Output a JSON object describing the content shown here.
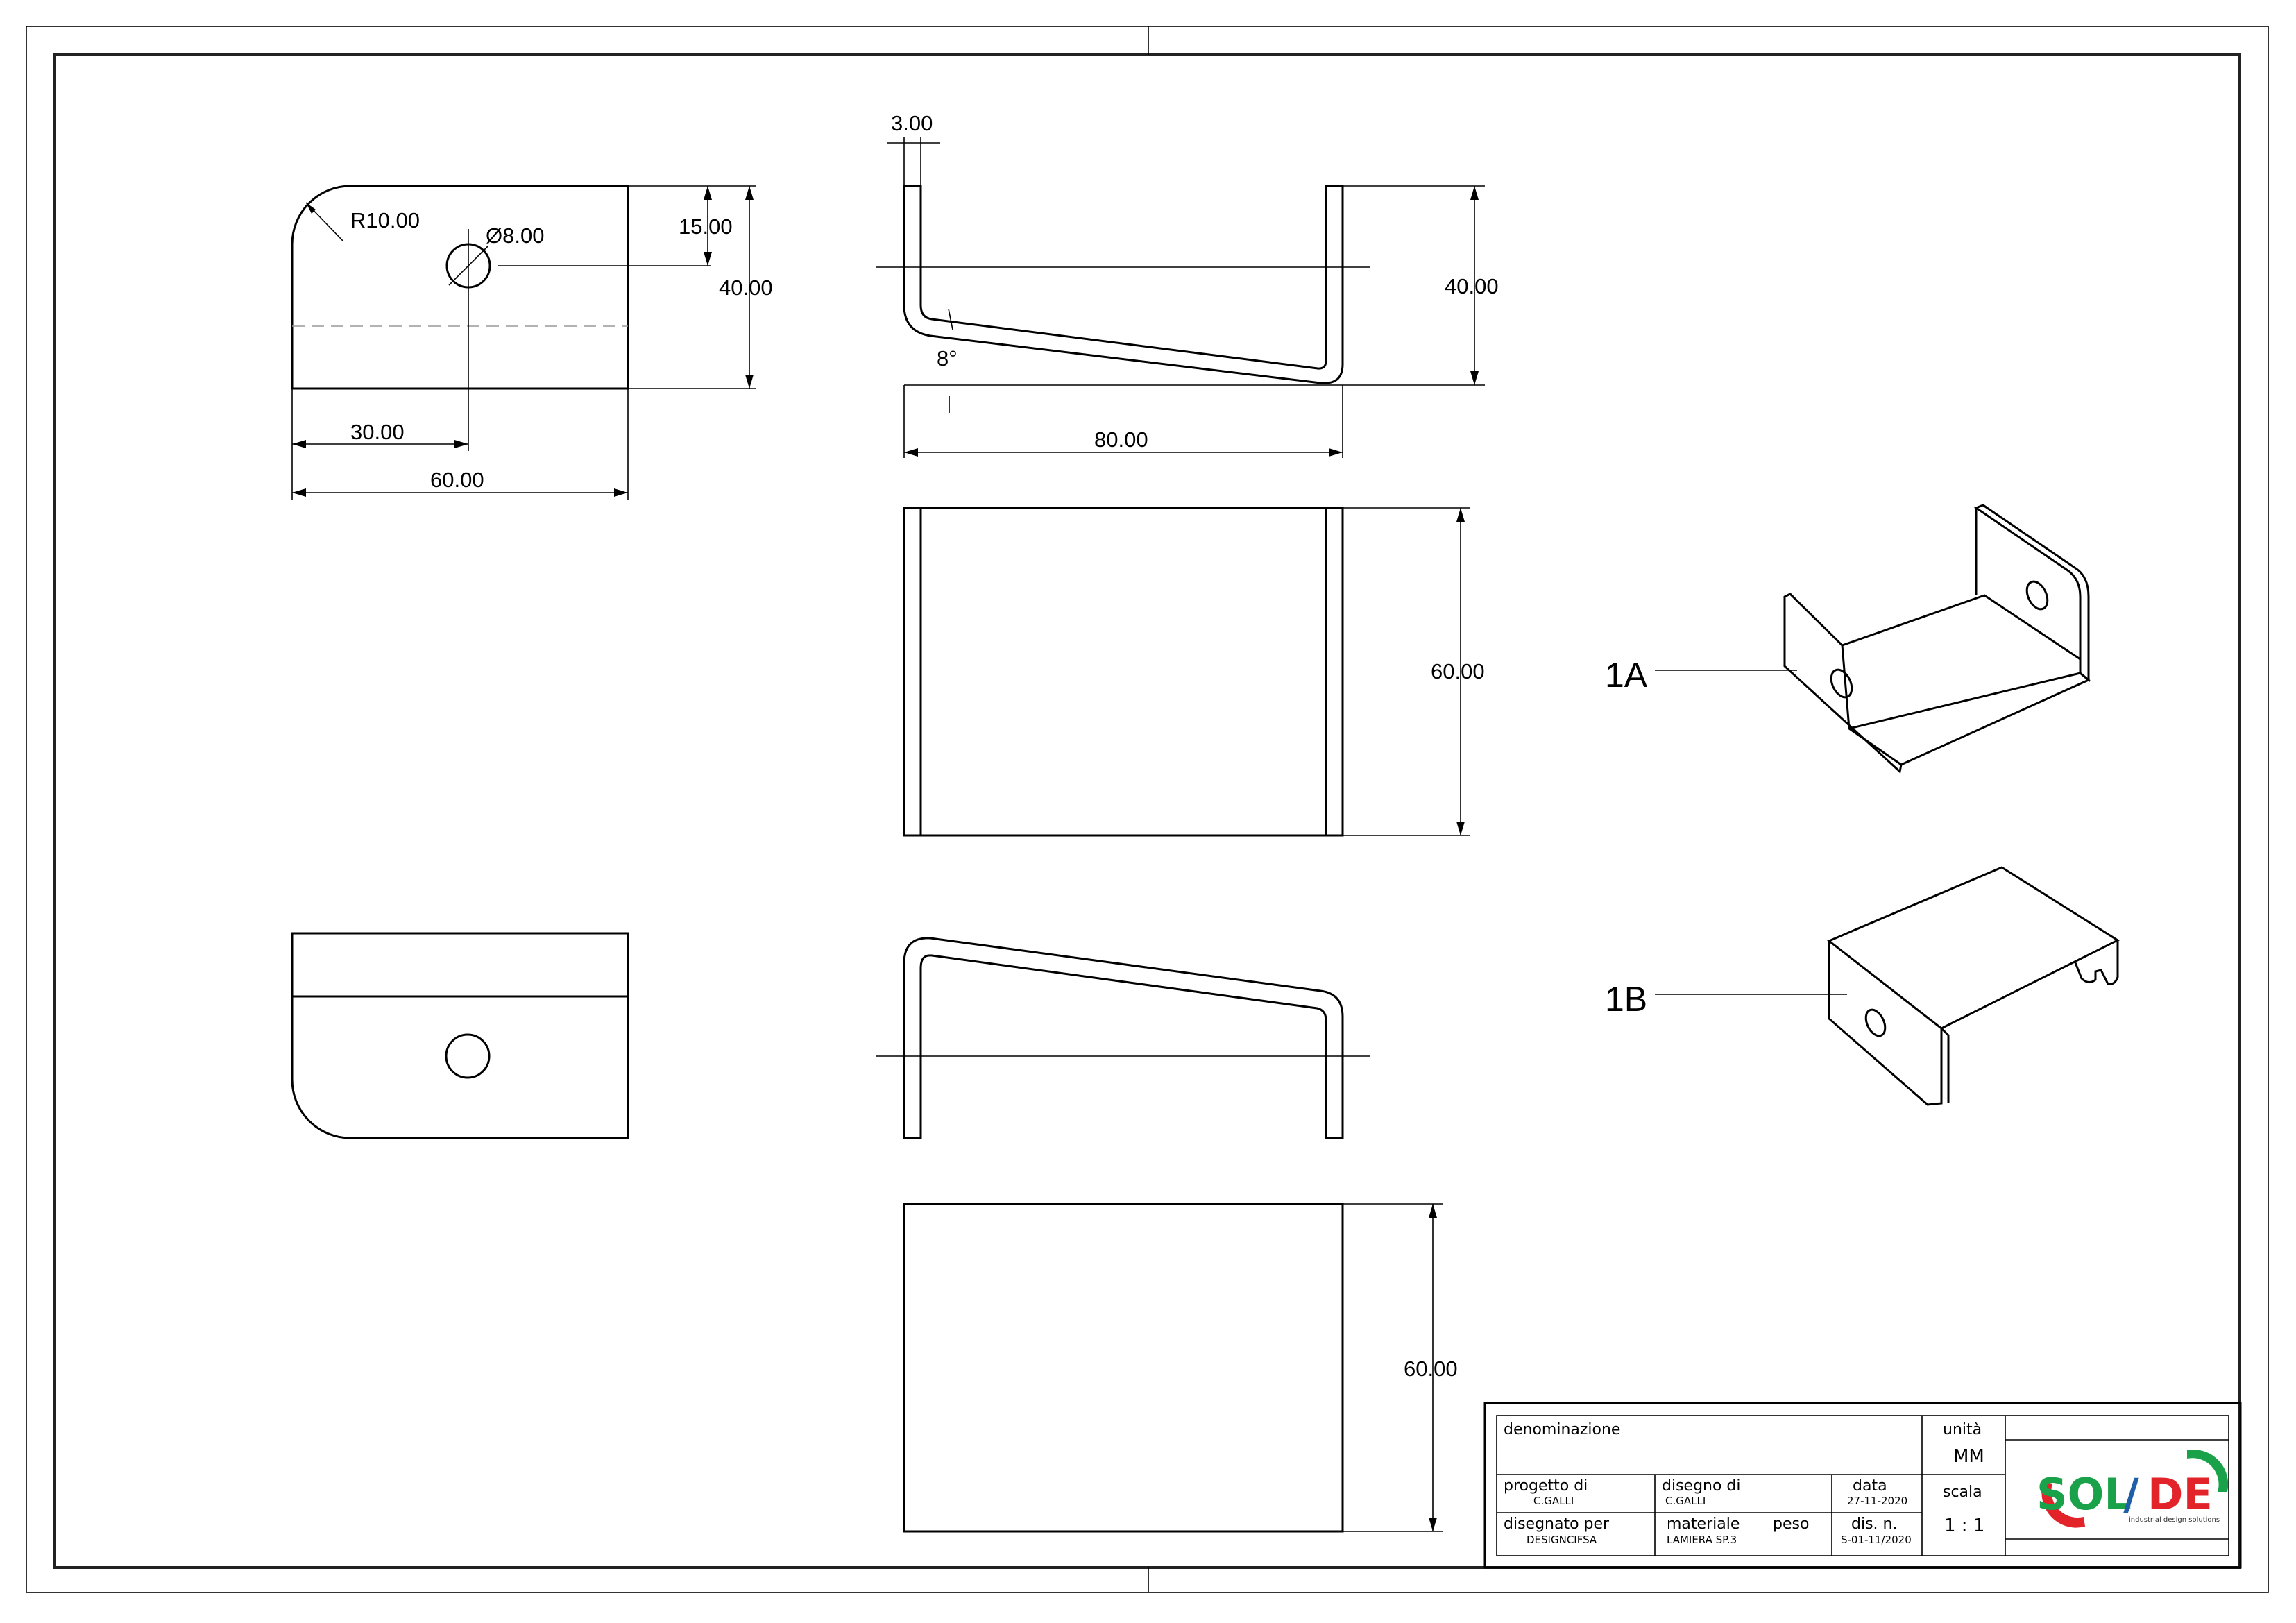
{
  "dimensions": {
    "top_left": {
      "radius": "R10.00",
      "hole_diameter": "Ø8.00",
      "hole_offset_y": "15.00",
      "height": "40.00",
      "hole_offset_x": "30.00",
      "width": "60.00"
    },
    "front": {
      "thickness": "3.00",
      "height": "40.00",
      "angle": "8°",
      "width": "80.00"
    },
    "top": {
      "depth": "60.00"
    },
    "bottom": {
      "depth": "60.00"
    }
  },
  "callouts": {
    "view_a": "1A",
    "view_b": "1B"
  },
  "title_block": {
    "denominazione_label": "denominazione",
    "unita_label": "unità",
    "unita_value": "MM",
    "progetto_label": "progetto di",
    "progetto_value": "C.GALLI",
    "disegno_label": "disegno di",
    "disegno_value": "C.GALLI",
    "data_label": "data",
    "data_value": "27-11-2020",
    "scala_label": "scala",
    "scala_value": "1 : 1",
    "disegnato_label": "disegnato per",
    "disegnato_value": "DESIGNCIFSA",
    "materiale_label": "materiale",
    "materiale_value": "LAMIERA SP.3",
    "peso_label": "peso",
    "dis_label": "dis. n.",
    "dis_value": "S-01-11/2020"
  },
  "logo": {
    "part1": "SOL",
    "slash": "/",
    "part2": "DE",
    "tagline": "industrial design solutions",
    "colors": {
      "green": "#1aa24a",
      "red": "#e2232a",
      "blue": "#1f5fa8"
    }
  }
}
